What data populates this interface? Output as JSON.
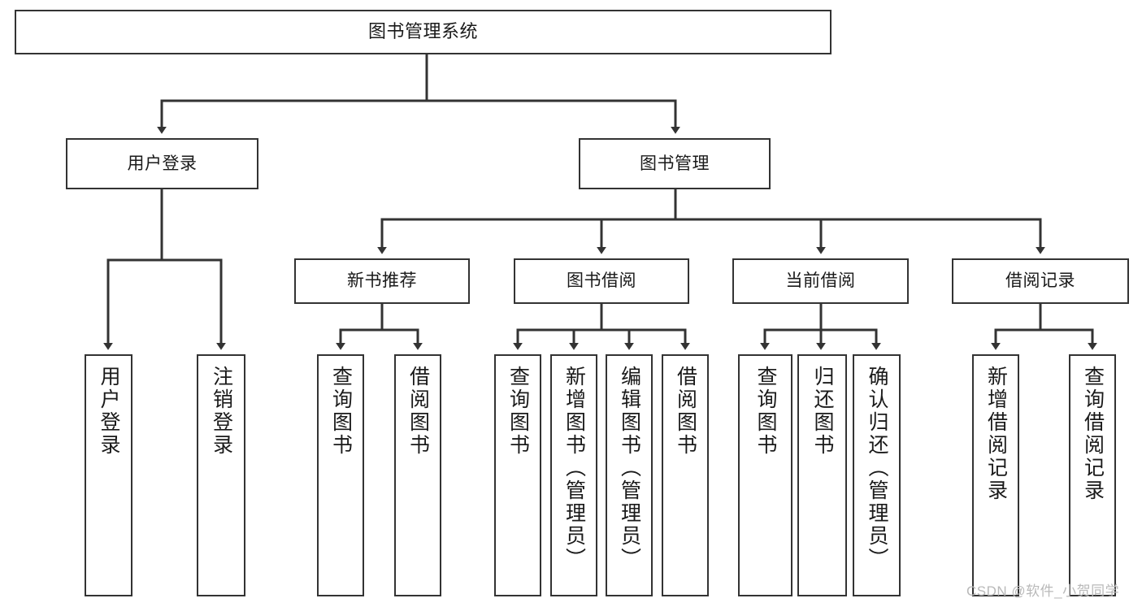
{
  "diagram": {
    "title": "图书管理系统",
    "type": "hierarchy-tree",
    "levels": 4,
    "colors": {
      "box_border": "#333333",
      "box_fill": "#ffffff",
      "connector": "#333333",
      "text": "#1a1a1a",
      "watermark": "#b9b9b9"
    },
    "nodes": {
      "root": {
        "label": "图书管理系统"
      },
      "level2": [
        {
          "id": "user-login",
          "label": "用户登录"
        },
        {
          "id": "book-management",
          "label": "图书管理"
        }
      ],
      "level3": [
        {
          "id": "new-book-recommend",
          "label": "新书推荐"
        },
        {
          "id": "book-borrow",
          "label": "图书借阅"
        },
        {
          "id": "current-borrow",
          "label": "当前借阅"
        },
        {
          "id": "borrow-record",
          "label": "借阅记录"
        }
      ],
      "leaves": {
        "user-login": [
          {
            "id": "leaf-user-login",
            "label": "用户登录"
          },
          {
            "id": "leaf-logout-login",
            "label": "注销登录"
          }
        ],
        "new-book-recommend": [
          {
            "id": "leaf-query-book-1",
            "label": "查询图书"
          },
          {
            "id": "leaf-borrow-book-1",
            "label": "借阅图书"
          }
        ],
        "book-borrow": [
          {
            "id": "leaf-query-book-2",
            "label": "查询图书"
          },
          {
            "id": "leaf-add-book",
            "label": "新增图书（管理员）"
          },
          {
            "id": "leaf-edit-book",
            "label": "编辑图书（管理员）"
          },
          {
            "id": "leaf-borrow-book-2",
            "label": "借阅图书"
          }
        ],
        "current-borrow": [
          {
            "id": "leaf-query-book-3",
            "label": "查询图书"
          },
          {
            "id": "leaf-return-book",
            "label": "归还图书"
          },
          {
            "id": "leaf-confirm-return",
            "label": "确认归还（管理员）"
          }
        ],
        "borrow-record": [
          {
            "id": "leaf-add-borrow-record",
            "label": "新增借阅记录"
          },
          {
            "id": "leaf-query-borrow-record",
            "label": "查询借阅记录"
          }
        ]
      }
    },
    "watermark": "CSDN @软件_小贺同学"
  }
}
